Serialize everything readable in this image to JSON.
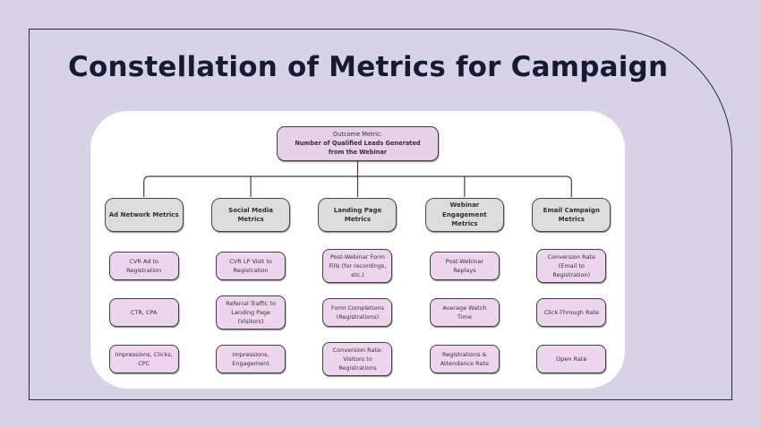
{
  "title": "Constellation of Metrics for Campaign",
  "diagram": {
    "root": {
      "line1": "Outcome Metric:",
      "line2": "Number of Qualified Leads Generated from the Webinar"
    },
    "columns": [
      {
        "category": "Ad Network Metrics",
        "metrics": [
          "CVR Ad to Registration",
          "CTR, CPA",
          "Impressions, Clicks, CPC"
        ]
      },
      {
        "category": "Social Media Metrics",
        "metrics": [
          "CVR LP Visit to Registration",
          "Referral Traffic to Landing Page (Visitors)",
          "Impressions, Engagement"
        ]
      },
      {
        "category": "Landing Page Metrics",
        "metrics": [
          "Post-Webinar Form Fills (for recordings, etc.)",
          "Form Completions (Registrations)",
          "Conversion Rate: Visitors to Registrations"
        ]
      },
      {
        "category": "Webinar Engagement Metrics",
        "metrics": [
          "Post-Webinar Replays",
          "Average Watch Time",
          "Registrations & Attendance Rate"
        ]
      },
      {
        "category": "Email Campaign Metrics",
        "metrics": [
          "Conversion Rate (Email to Registration)",
          "Click-Through Rate",
          "Open Rate"
        ]
      }
    ]
  },
  "colors": {
    "background": "#d8d2e7",
    "card_border": "#262b42",
    "panel": "#fefefe",
    "category_fill": "#dcdcdc",
    "metric_fill": "#ecd5ed",
    "root_fill": "#e8d0e9",
    "connector": "#404040",
    "title_text": "#141b33"
  }
}
